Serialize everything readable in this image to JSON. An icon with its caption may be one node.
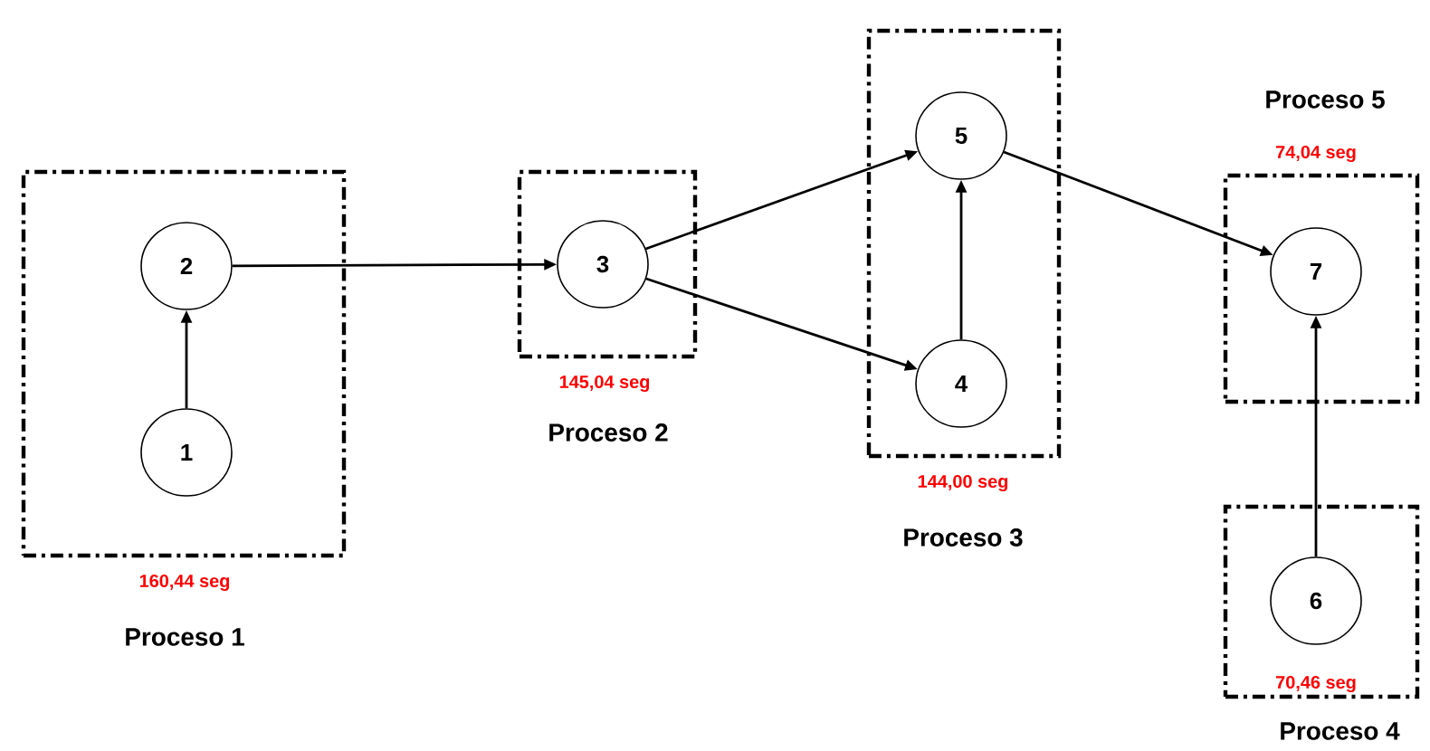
{
  "diagram": {
    "nodes": [
      {
        "text": [
          "Proceso 1"
        ],
        "beside": [
          "160,44 seg"
        ]
      },
      {
        "text": [
          "2"
        ],
        "in": 0
      },
      {
        "text": [
          "1"
        ],
        "in": 0
      },
      {
        "text": [
          "Proceso 2"
        ],
        "beside": [
          "145,04 seg"
        ]
      },
      {
        "text": [
          "3"
        ],
        "in": 3
      },
      {
        "text": [
          "Proceso 3"
        ],
        "beside": [
          "144,00 seg"
        ]
      },
      {
        "text": [
          "5"
        ],
        "in": 5
      },
      {
        "text": [
          "4"
        ],
        "in": 5
      },
      {
        "text": [
          "Proceso 5"
        ],
        "beside": [
          "74,04 seg"
        ]
      },
      {
        "text": [
          "7"
        ],
        "in": 8
      },
      {
        "text": [
          "Proceso 4"
        ],
        "beside": [
          "70,46 seg"
        ]
      },
      {
        "text": [
          "6"
        ],
        "in": 10
      }
    ],
    "edges": [
      {
        "from": 2,
        "to": 1,
        "arrow": "to"
      },
      {
        "from": 1,
        "to": 4,
        "arrow": "to"
      },
      {
        "from": 4,
        "to": 6,
        "arrow": "to"
      },
      {
        "from": 4,
        "to": 7,
        "arrow": "to"
      },
      {
        "from": 7,
        "to": 6,
        "arrow": "to"
      },
      {
        "from": 6,
        "to": 9,
        "arrow": "to"
      },
      {
        "from": 11,
        "to": 9,
        "arrow": "to"
      }
    ]
  }
}
